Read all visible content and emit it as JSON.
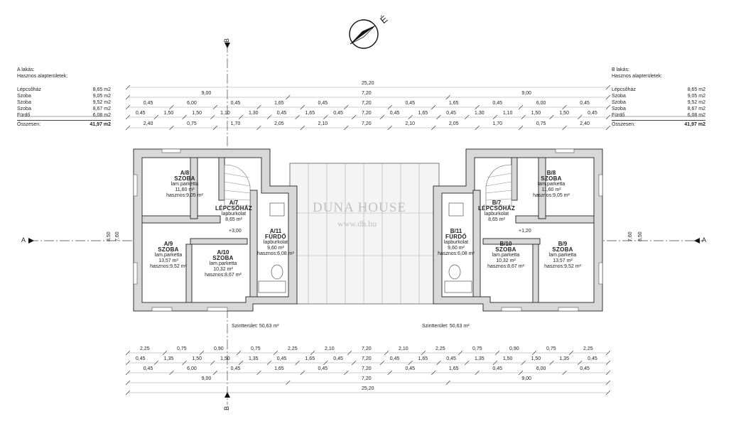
{
  "legend_a": {
    "title": "A lakás:",
    "subtitle": "Hasznos alapterületek:",
    "rows": [
      {
        "name": "Lépcsőház",
        "area": "8,65 m2"
      },
      {
        "name": "Szoba",
        "area": "9,05 m2"
      },
      {
        "name": "Szoba",
        "area": "9,52 m2"
      },
      {
        "name": "Szoba",
        "area": "8,67 m2"
      },
      {
        "name": "Fürdő",
        "area": "6,08 m2"
      }
    ],
    "total_label": "Összesen:",
    "total_value": "41,97 m2"
  },
  "legend_b": {
    "title": "B lakás:",
    "subtitle": "Hasznos alapterületek:",
    "rows": [
      {
        "name": "Lépcsőház",
        "area": "8,65 m2"
      },
      {
        "name": "Szoba",
        "area": "9,05 m2"
      },
      {
        "name": "Szoba",
        "area": "9,52 m2"
      },
      {
        "name": "Szoba",
        "area": "8,67 m2"
      },
      {
        "name": "Fürdő",
        "area": "6,08 m2"
      }
    ],
    "total_label": "Összesen:",
    "total_value": "41,97 m2"
  },
  "rooms": {
    "a8": {
      "code": "A/8",
      "name": "SZOBA",
      "floor": "lam.parketta",
      "area1": "11,60 m²",
      "area2": "hasznos:9,05 m²"
    },
    "a7": {
      "code": "A/7",
      "name": "LÉPCSŐHÁZ",
      "floor": "lapburkolat",
      "area1": "8,65 m²",
      "area2": ""
    },
    "a11": {
      "code": "A/11",
      "name": "FÜRDŐ",
      "floor": "lapburkolat",
      "area1": "9,60 m²",
      "area2": "hasznos:6,08 m²"
    },
    "a9": {
      "code": "A/9",
      "name": "SZOBA",
      "floor": "lam.parketta",
      "area1": "13,57 m²",
      "area2": "hasznos:9,52 m²"
    },
    "a10": {
      "code": "A/10",
      "name": "SZOBA",
      "floor": "lam.parketta",
      "area1": "10,32 m²",
      "area2": "hasznos:8,67 m²"
    },
    "b8": {
      "code": "B/8",
      "name": "SZOBA",
      "floor": "lam.parketta",
      "area1": "11,60 m²",
      "area2": "hasznos:9,05 m²"
    },
    "b7": {
      "code": "B/7",
      "name": "LÉPCSŐHÁZ",
      "floor": "lapburkolat",
      "area1": "8,65 m²",
      "area2": ""
    },
    "b11": {
      "code": "B/11",
      "name": "FÜRDŐ",
      "floor": "lapburkolat",
      "area1": "9,60 m²",
      "area2": "hasznos:6,08 m²"
    },
    "b10": {
      "code": "B/10",
      "name": "SZOBA",
      "floor": "lam.parketta",
      "area1": "10,32 m²",
      "area2": "hasznos:8,67 m²"
    },
    "b9": {
      "code": "B/9",
      "name": "SZOBA",
      "floor": "lam.parketta",
      "area1": "13,57 m²",
      "area2": "hasznos:9,52 m²"
    }
  },
  "floor_area": {
    "a": "Szintterület: 50,63 m²",
    "b": "Szintterület: 50,63 m²"
  },
  "levels": {
    "a": "+3,00",
    "b": "+1,20"
  },
  "section_labels": {
    "a": "A",
    "b": "B"
  },
  "north_label": "É",
  "watermark": {
    "brand": "DUNA HOUSE",
    "url": "www.dh.hu"
  },
  "dim_rows": {
    "top1": [
      "25,20"
    ],
    "top2": [
      "9,00",
      "7,20",
      "9,00"
    ],
    "top3": [
      "0,45",
      "6,00",
      "0,45",
      "1,65",
      "0,45",
      "7,20",
      "0,45",
      "1,65",
      "0,45",
      "6,00",
      "0,45"
    ],
    "top4": [
      "0,45",
      "1,50",
      "1,50",
      "1,10",
      "1,30",
      "0,45",
      "1,65",
      "0,45",
      "7,20",
      "0,45",
      "1,65",
      "0,45",
      "1,30",
      "1,10",
      "1,50",
      "1,50",
      "0,45"
    ],
    "top5": [
      "2,40",
      "0,75",
      "1,70",
      "2,05",
      "2,10",
      "7,20",
      "2,10",
      "2,05",
      "1,70",
      "0,75",
      "2,40"
    ],
    "bot1": [
      "2,25",
      "0,75",
      "0,90",
      "0,75",
      "2,25",
      "2,10",
      "7,20",
      "2,10",
      "2,25",
      "0,75",
      "0,90",
      "0,75",
      "2,25"
    ],
    "bot2": [
      "0,45",
      "1,35",
      "1,50",
      "1,50",
      "1,35",
      "0,45",
      "1,65",
      "0,45",
      "7,20",
      "0,45",
      "1,65",
      "0,45",
      "1,35",
      "1,50",
      "1,50",
      "1,35",
      "0,45"
    ],
    "bot3": [
      "0,45",
      "6,00",
      "0,45",
      "1,65",
      "0,45",
      "7,20",
      "0,45",
      "1,65",
      "0,45",
      "6,00",
      "0,45"
    ],
    "bot4": [
      "9,00",
      "7,20",
      "9,00"
    ],
    "bot5": [
      "25,20"
    ]
  },
  "side_dims": {
    "left_outer": "8,50",
    "left_inner": "7,60",
    "right_outer": "8,50",
    "right_inner": "7,60"
  }
}
